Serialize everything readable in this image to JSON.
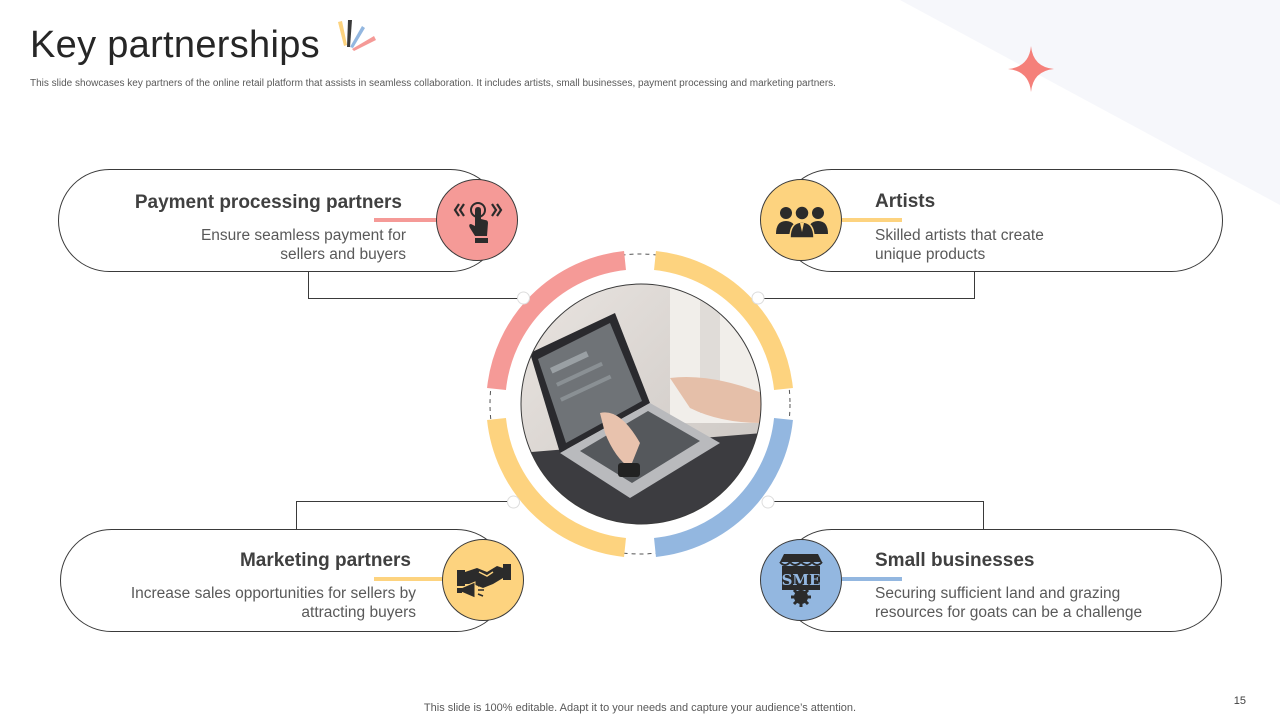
{
  "slide": {
    "title": "Key partnerships",
    "subtitle": "This slide showcases key partners of the online retail platform that assists in seamless collaboration. It includes artists, small businesses, payment processing and marketing partners.",
    "footer": "This slide is 100% editable. Adapt it to your needs and capture your audience’s attention.",
    "page_number": "15"
  },
  "colors": {
    "coral": "#f59a97",
    "yellow": "#fdd37f",
    "blue": "#93b7e0",
    "text_dark": "#404040"
  },
  "partners": {
    "payment": {
      "title": "Payment processing partners",
      "text_line1": "Ensure seamless payment for",
      "text_line2": "sellers and buyers",
      "icon": "touch-payment-icon"
    },
    "artists": {
      "title": "Artists",
      "text_line1": "Skilled artists that create",
      "text_line2": "unique products",
      "icon": "group-people-icon"
    },
    "marketing": {
      "title": "Marketing partners",
      "text_line1": "Increase sales opportunities for sellers by",
      "text_line2": "attracting buyers",
      "icon": "handshake-megaphone-icon"
    },
    "small_business": {
      "title": "Small businesses",
      "text_line1": "Securing sufficient land and grazing",
      "text_line2": "resources for goats can be a challenge",
      "icon": "sme-shop-gear-icon",
      "icon_label": "SME"
    }
  },
  "center_image": {
    "icon": "laptop-typing-photo"
  }
}
